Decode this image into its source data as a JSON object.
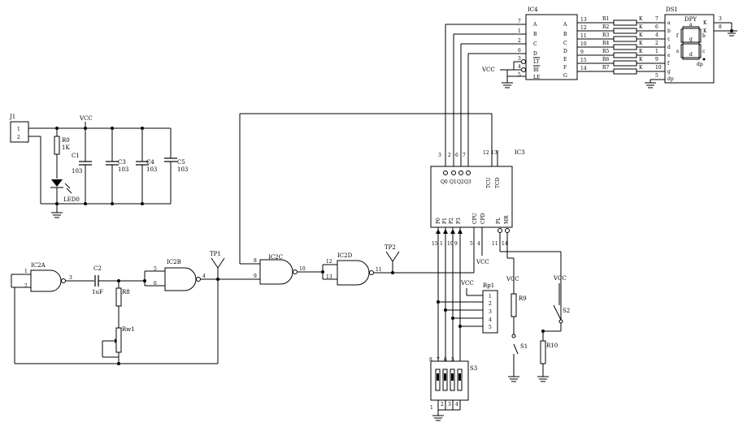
{
  "components": {
    "J1": {
      "ref": "J1",
      "pins": [
        "1",
        "2"
      ]
    },
    "R0": {
      "ref": "R0",
      "value": "1K"
    },
    "LED0": {
      "ref": "LED0"
    },
    "C1": {
      "ref": "C1",
      "value": "103"
    },
    "C3": {
      "ref": "C3",
      "value": "103"
    },
    "C4": {
      "ref": "C4",
      "value": "103"
    },
    "C5": {
      "ref": "C5",
      "value": "103"
    },
    "C2": {
      "ref": "C2",
      "value": "1uF"
    },
    "R8": {
      "ref": "R8"
    },
    "Rw1": {
      "ref": "Rw1"
    },
    "IC2A": {
      "ref": "IC2A",
      "pins": [
        "1",
        "2",
        "3"
      ]
    },
    "IC2B": {
      "ref": "IC2B",
      "pins": [
        "5",
        "6",
        "4"
      ]
    },
    "IC2C": {
      "ref": "IC2C",
      "pins": [
        "8",
        "9",
        "10"
      ]
    },
    "IC2D": {
      "ref": "IC2D",
      "pins": [
        "12",
        "13",
        "11"
      ]
    },
    "TP1": {
      "ref": "TP1"
    },
    "TP2": {
      "ref": "TP2"
    },
    "IC3": {
      "ref": "IC3",
      "top_pins": [
        "3",
        "2",
        "6",
        "7",
        "12",
        "13"
      ],
      "top_labels": [
        "Q0",
        "Q1",
        "Q2",
        "Q3",
        "TCU",
        "TCD"
      ],
      "bottom_pins": [
        "15",
        "1",
        "10",
        "9",
        "5",
        "4",
        "11",
        "14"
      ],
      "bottom_labels": [
        "P0",
        "P1",
        "P2",
        "P3",
        "CPU",
        "CPD",
        "PL",
        "MR"
      ]
    },
    "IC4": {
      "ref": "IC4",
      "left_pins": [
        "7",
        "1",
        "2",
        "6",
        "3",
        "4",
        "5"
      ],
      "left_labels": [
        "A",
        "B",
        "C",
        "D",
        "LT",
        "BI",
        "LE"
      ],
      "right_pins": [
        "13",
        "12",
        "11",
        "10",
        "9",
        "15",
        "14"
      ],
      "right_labels": [
        "A",
        "B",
        "C",
        "D",
        "E",
        "F",
        "G"
      ]
    },
    "resistor_array": [
      "R1",
      "R2",
      "R3",
      "R4",
      "R5",
      "R6",
      "R7"
    ],
    "resistor_k": "K",
    "DS1": {
      "ref": "DS1",
      "title": "DPY",
      "left_pins": [
        "7",
        "6",
        "4",
        "2",
        "1",
        "9",
        "10",
        "5"
      ],
      "left_labels": [
        "a",
        "b",
        "c",
        "d",
        "e",
        "f",
        "g",
        "dp"
      ],
      "right_labels": [
        "K",
        "K"
      ],
      "right_pins": [
        "3",
        "8"
      ],
      "seg_labels": [
        "a",
        "b",
        "c",
        "d",
        "e",
        "f",
        "g",
        "dp"
      ]
    },
    "Rp1": {
      "ref": "Rp1",
      "pins": [
        "1",
        "2",
        "3",
        "4",
        "5"
      ]
    },
    "S3": {
      "ref": "S3",
      "top_pins": [
        "8",
        "7",
        "6",
        "5"
      ],
      "bottom_pins": [
        "1",
        "2",
        "3",
        "4"
      ]
    },
    "R9": {
      "ref": "R9"
    },
    "R10": {
      "ref": "R10"
    },
    "S1": {
      "ref": "S1"
    },
    "S2": {
      "ref": "S2"
    }
  },
  "net_labels": {
    "vcc": "VCC"
  }
}
